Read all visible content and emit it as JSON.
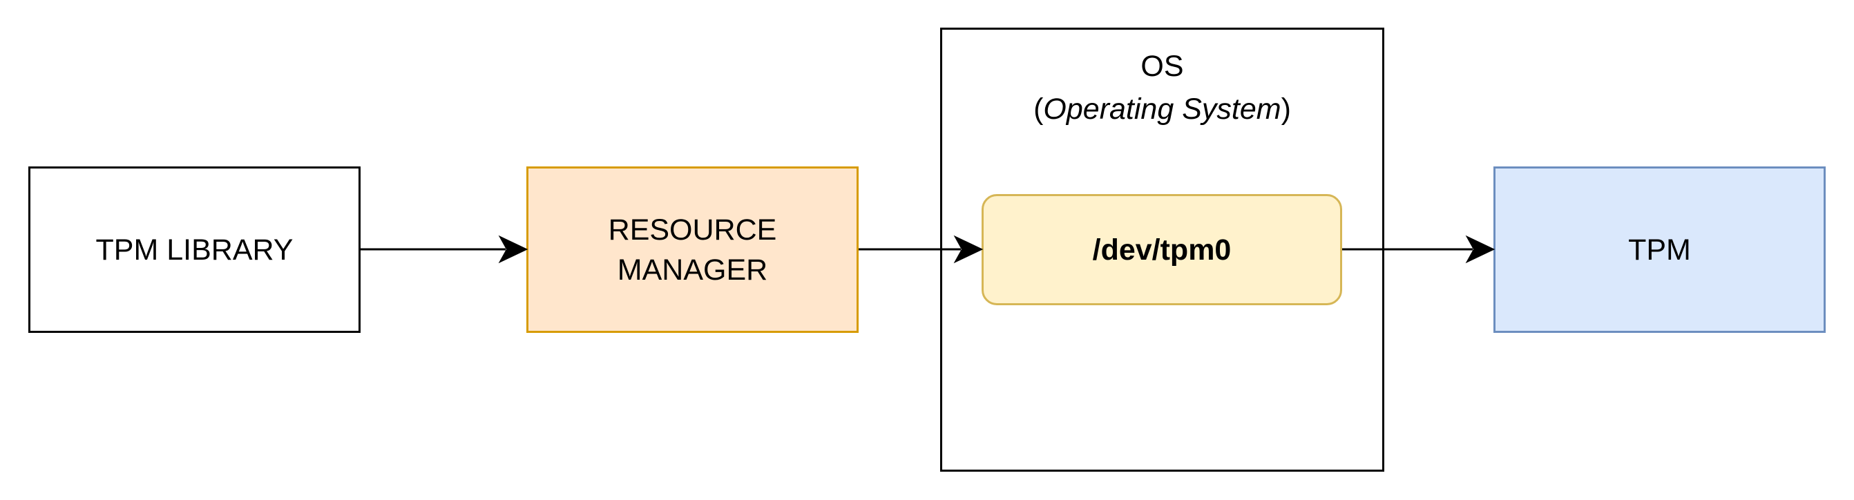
{
  "diagram": {
    "nodes": {
      "tpm_library": {
        "label": "TPM LIBRARY",
        "fill": "#ffffff",
        "stroke": "#000000"
      },
      "resource_manager": {
        "label_line1": "RESOURCE",
        "label_line2": "MANAGER",
        "fill": "#ffe6cc",
        "stroke": "#d79b00"
      },
      "os": {
        "title": "OS",
        "subtitle_open": "(",
        "subtitle_italic": "Operating System",
        "subtitle_close": ")",
        "fill": "#ffffff",
        "stroke": "#000000"
      },
      "dev_tpm0": {
        "label": "/dev/tpm0",
        "fill": "#fff2cc",
        "stroke": "#d6b656"
      },
      "tpm": {
        "label": "TPM",
        "fill": "#dae8fc",
        "stroke": "#6c8ebf"
      }
    },
    "edges": [
      {
        "from": "TPM LIBRARY",
        "to": "RESOURCE MANAGER"
      },
      {
        "from": "RESOURCE MANAGER",
        "to": "/dev/tpm0"
      },
      {
        "from": "/dev/tpm0",
        "to": "TPM"
      }
    ],
    "edge_color": "#000000"
  }
}
